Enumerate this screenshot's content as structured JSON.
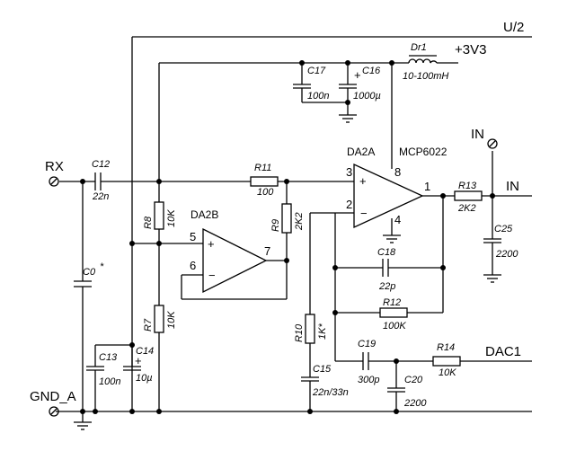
{
  "nets": {
    "u2": "U/2",
    "v33": "+3V3",
    "rx": "RX",
    "in_top": "IN",
    "in_right": "IN",
    "gnd": "GND_A",
    "dac1": "DAC1"
  },
  "opamps": {
    "da2a": "DA2A",
    "da2a_part": "MCP6022",
    "da2b": "DA2B"
  },
  "pins": {
    "a_in_plus": "3",
    "a_in_minus": "2",
    "a_vdd": "8",
    "a_vss": "4",
    "a_out": "1",
    "b_in_plus": "5",
    "b_in_minus": "6",
    "b_out": "7"
  },
  "components": {
    "dr1": {
      "ref": "Dr1",
      "value": "10-100mH"
    },
    "c17": {
      "ref": "C17",
      "value": "100n"
    },
    "c16": {
      "ref": "C16",
      "value": "1000µ"
    },
    "c12": {
      "ref": "C12",
      "value": "22n"
    },
    "r11": {
      "ref": "R11",
      "value": "100"
    },
    "r8": {
      "ref": "R8",
      "value": "10K"
    },
    "r9": {
      "ref": "R9",
      "value": "2K2"
    },
    "r7": {
      "ref": "R7",
      "value": "10K"
    },
    "c0": {
      "ref": "C0",
      "value": "*"
    },
    "c13": {
      "ref": "C13",
      "value": "100n"
    },
    "c14": {
      "ref": "C14",
      "value": "10µ"
    },
    "r13": {
      "ref": "R13",
      "value": "2K2"
    },
    "c25": {
      "ref": "C25",
      "value": "2200"
    },
    "c18": {
      "ref": "C18",
      "value": "22p"
    },
    "r12": {
      "ref": "R12",
      "value": "100K"
    },
    "r10": {
      "ref": "R10",
      "value": "1K*"
    },
    "c15": {
      "ref": "C15",
      "value": "22n/33n"
    },
    "c19": {
      "ref": "C19",
      "value": "300p"
    },
    "c20": {
      "ref": "C20",
      "value": "2200"
    },
    "r14": {
      "ref": "R14",
      "value": "10K"
    }
  },
  "symbols": {
    "plus": "+",
    "minus": "−",
    "cap_plus": "+"
  }
}
